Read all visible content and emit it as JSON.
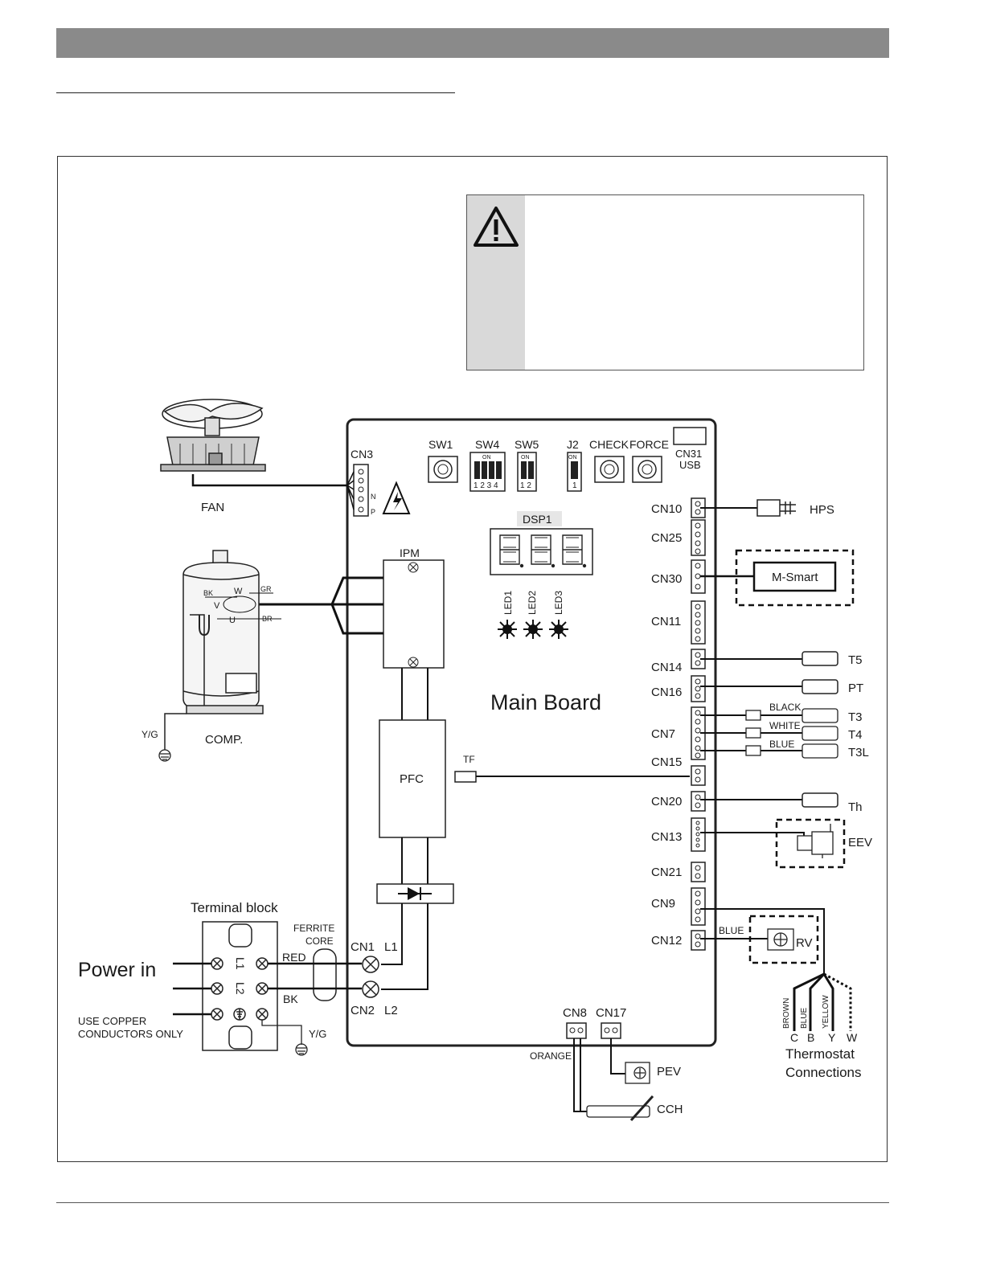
{
  "board": {
    "title": "Main Board",
    "dsp": "DSP1",
    "sw1": "SW1",
    "sw4": "SW4",
    "sw5": "SW5",
    "j2": "J2",
    "check": "CHECK",
    "force": "FORCE",
    "cn31": "CN31",
    "usb": "USB",
    "on": "ON",
    "sw4_nums": "1 2 3 4",
    "sw5_nums": "1 2",
    "j2_num": "1",
    "leds": [
      "LED1",
      "LED2",
      "LED3"
    ],
    "ipm": "IPM",
    "pfc": "PFC",
    "tf": "TF",
    "cn3": "CN3",
    "n": "N",
    "p": "P"
  },
  "connectors": {
    "cn10": "CN10",
    "cn25": "CN25",
    "cn30": "CN30",
    "cn11": "CN11",
    "cn14": "CN14",
    "cn16": "CN16",
    "cn7": "CN7",
    "cn15": "CN15",
    "cn20": "CN20",
    "cn13": "CN13",
    "cn21": "CN21",
    "cn9": "CN9",
    "cn12": "CN12",
    "cn1": "CN1",
    "cn2": "CN2",
    "l1": "L1",
    "l2": "L2",
    "cn8": "CN8",
    "cn17": "CN17"
  },
  "components": {
    "fan": "FAN",
    "comp": "COMP.",
    "yg": "Y/G",
    "bk_small": "BK",
    "gr": "GR",
    "br": "BR",
    "w": "W",
    "v": "V",
    "u": "U",
    "hps": "HPS",
    "msmart": "M-Smart",
    "t5": "T5",
    "pt": "PT",
    "t3": "T3",
    "t4": "T4",
    "t3l": "T3L",
    "th": "Th",
    "black": "BLACK",
    "white": "WHITE",
    "blue": "BLUE",
    "eev": "EEV",
    "rv": "RV",
    "pev": "PEV",
    "cch": "CCH",
    "orange": "ORANGE"
  },
  "power": {
    "terminal_block": "Terminal block",
    "power_in": "Power in",
    "copper_1": "USE COPPER",
    "copper_2": "CONDUCTORS ONLY",
    "ferrite_1": "FERRITE",
    "ferrite_2": "CORE",
    "red": "RED",
    "bk": "BK",
    "yg": "Y/G",
    "tb_l1": "L1",
    "tb_l2": "L2"
  },
  "thermostat": {
    "wires": [
      "BROWN",
      "BLUE",
      "YELLOW"
    ],
    "terminals": [
      "C",
      "B",
      "Y",
      "W"
    ],
    "label_1": "Thermostat",
    "label_2": "Connections"
  }
}
